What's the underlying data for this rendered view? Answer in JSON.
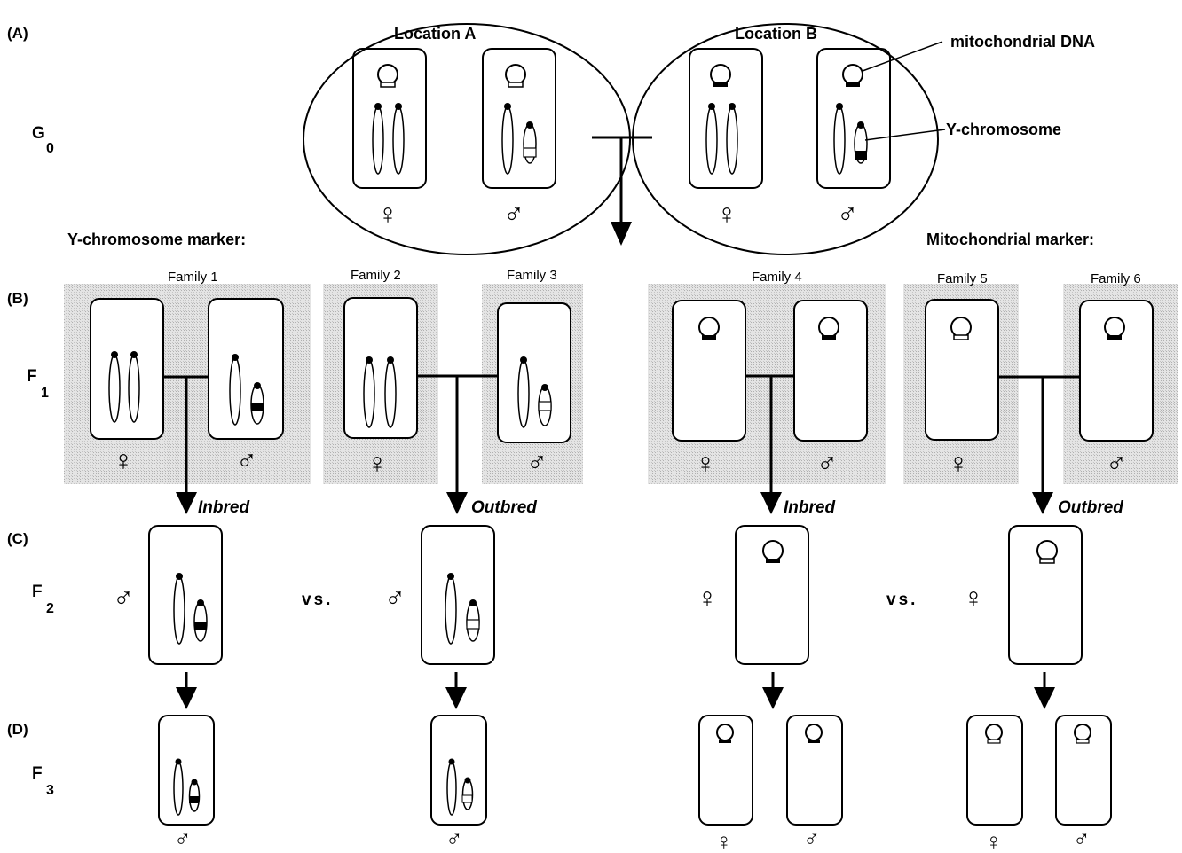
{
  "panels": {
    "a": "(A)",
    "b": "(B)",
    "c": "(C)",
    "d": "(D)"
  },
  "generations": {
    "g0": {
      "letter": "G",
      "sub": "0"
    },
    "f1": {
      "letter": "F",
      "sub": "1"
    },
    "f2": {
      "letter": "F",
      "sub": "2"
    },
    "f3": {
      "letter": "F",
      "sub": "3"
    }
  },
  "locations": {
    "a": "Location  A",
    "b": "Location  B"
  },
  "callouts": {
    "mtdna": "mitochondrial  DNA",
    "ychrom": "Y-chromosome"
  },
  "markers": {
    "y": "Y-chromosome  marker:",
    "mito": "Mitochondrial  marker:"
  },
  "families": {
    "f1": "Family 1",
    "f2": "Family 2",
    "f3": "Family 3",
    "f4": "Family 4",
    "f5": "Family 5",
    "f6": "Family 6"
  },
  "crosses": {
    "inbred": "Inbred",
    "outbred": "Outbred"
  },
  "vs": "vs.",
  "symbols": {
    "female": "♀",
    "male": "♂"
  },
  "colors": {
    "ink": "#000000",
    "family_shade": "#d9d9d9",
    "background": "#ffffff"
  }
}
